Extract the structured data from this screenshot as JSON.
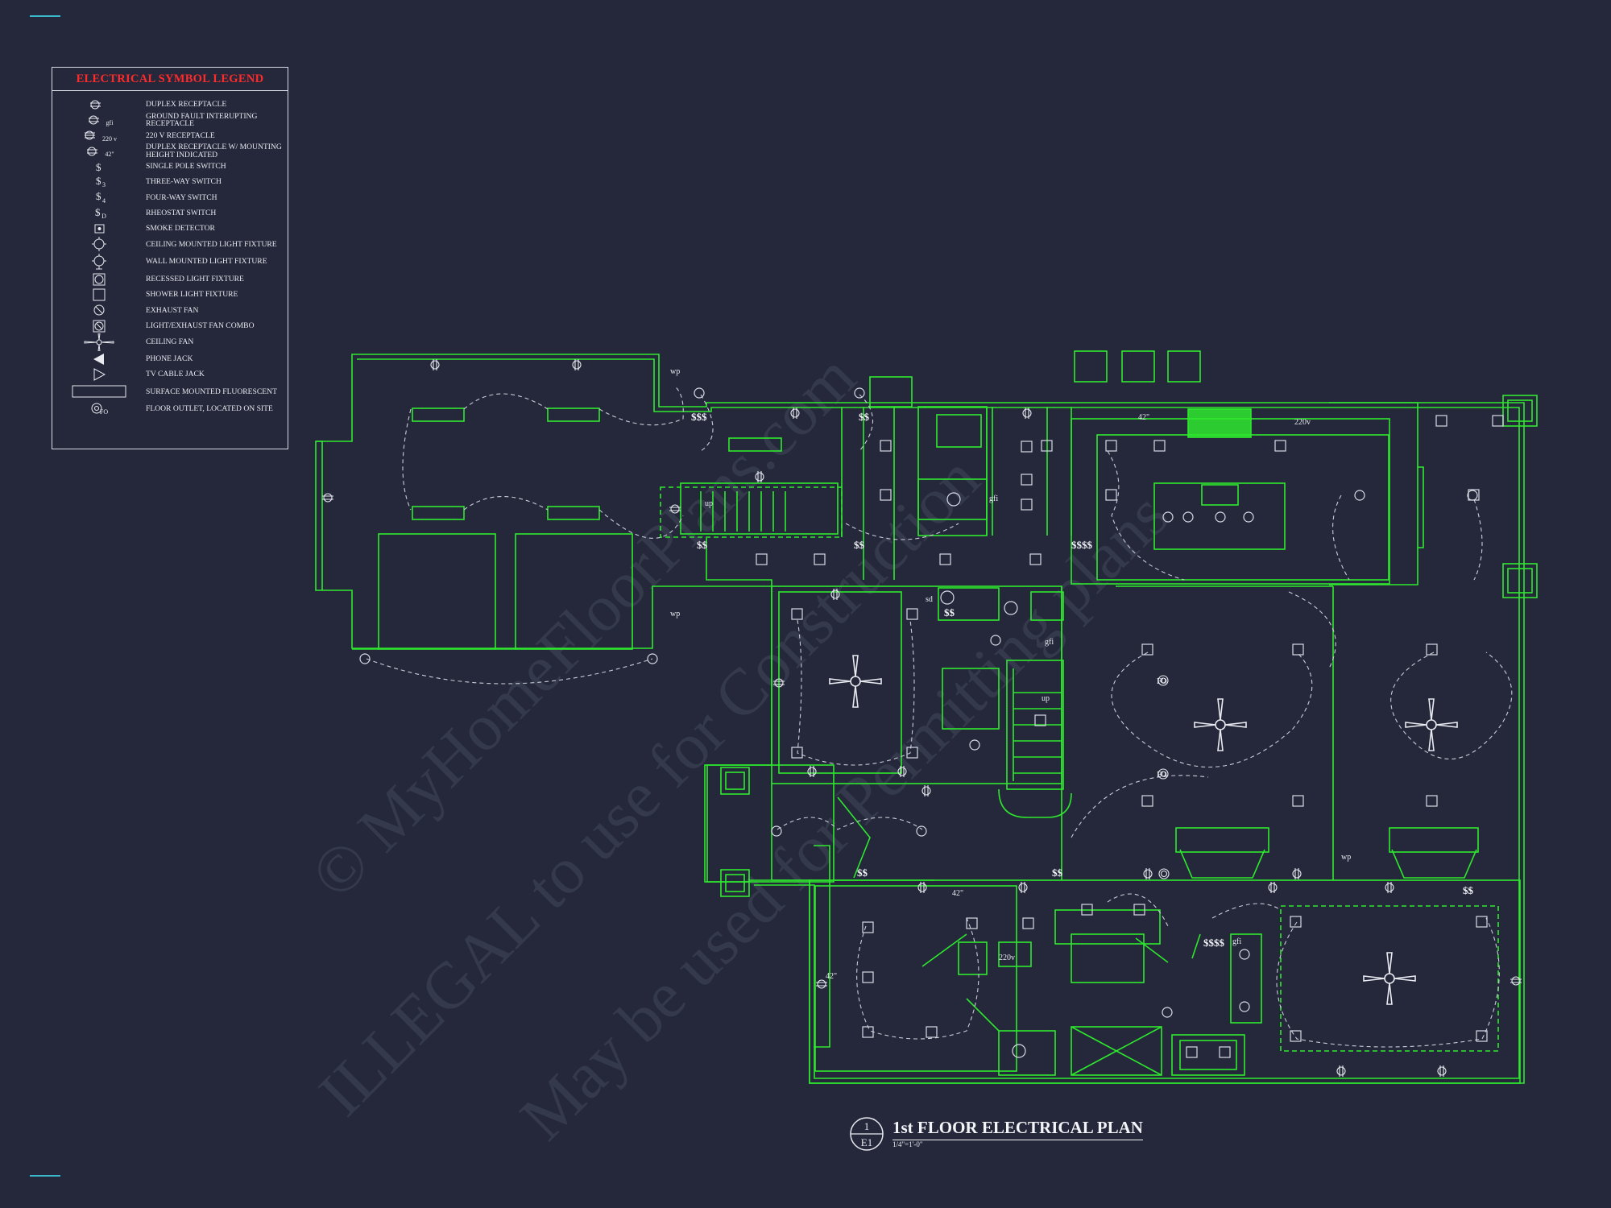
{
  "legend": {
    "title": "ELECTRICAL SYMBOL LEGEND",
    "items": [
      {
        "icon": "duplex-receptacle-icon",
        "label": "DUPLEX RECEPTACLE"
      },
      {
        "icon": "gfi-receptacle-icon",
        "label": "GROUND FAULT INTERUPTING RECEPTACLE",
        "tag": "gfi"
      },
      {
        "icon": "220v-receptacle-icon",
        "label": "220 V RECEPTACLE",
        "tag": "220 v"
      },
      {
        "icon": "duplex-receptacle-height-icon",
        "label": "DUPLEX RECEPTACLE W/ MOUNTING HEIGHT INDICATED",
        "tag": "42\""
      },
      {
        "icon": "single-pole-switch-icon",
        "label": "SINGLE POLE SWITCH"
      },
      {
        "icon": "three-way-switch-icon",
        "label": "THREE-WAY SWITCH",
        "tag": "3"
      },
      {
        "icon": "four-way-switch-icon",
        "label": "FOUR-WAY SWITCH",
        "tag": "4"
      },
      {
        "icon": "rheostat-switch-icon",
        "label": "RHEOSTAT SWITCH",
        "tag": "D"
      },
      {
        "icon": "smoke-detector-icon",
        "label": "SMOKE DETECTOR"
      },
      {
        "icon": "ceiling-light-icon",
        "label": "CEILING MOUNTED LIGHT FIXTURE"
      },
      {
        "icon": "wall-light-icon",
        "label": "WALL MOUNTED LIGHT FIXTURE"
      },
      {
        "icon": "recessed-light-icon",
        "label": "RECESSED LIGHT FIXTURE"
      },
      {
        "icon": "shower-light-icon",
        "label": "SHOWER LIGHT FIXTURE"
      },
      {
        "icon": "exhaust-fan-icon",
        "label": "EXHAUST FAN"
      },
      {
        "icon": "light-exhaust-fan-icon",
        "label": "LIGHT/EXHAUST FAN COMBO"
      },
      {
        "icon": "ceiling-fan-icon",
        "label": "CEILING FAN"
      },
      {
        "icon": "phone-jack-icon",
        "label": "PHONE JACK"
      },
      {
        "icon": "tv-cable-jack-icon",
        "label": "TV CABLE JACK"
      },
      {
        "icon": "fluorescent-light-icon",
        "label": "SURFACE MOUNTED FLUORESCENT"
      },
      {
        "icon": "floor-outlet-icon",
        "label": "FLOOR OUTLET, LOCATED ON SITE",
        "tag": "FO"
      }
    ]
  },
  "drawing": {
    "number": "1",
    "sheet": "E1",
    "title": "1st FLOOR ELECTRICAL PLAN",
    "scale": "1/4\"=1'-0\""
  },
  "watermarks": [
    "© MyHomeFloorPlans.com",
    "ILLEGAL to use for Construction",
    "May be used for Permitting plans"
  ],
  "plan_labels": {
    "wp": "wp",
    "gfi": "gfi",
    "fo": "FO",
    "v220": "220v",
    "h42": "42\"",
    "up": "up",
    "sd": "sd",
    "dbl_switch": "$$",
    "tri_switch": "$$$",
    "quad_switch": "$$$$"
  },
  "colors": {
    "background": "#24283a",
    "plan_lines": "#2ee82e",
    "legend_title": "#ff2a2a",
    "text": "#e8eaf0",
    "accent_tick": "#3ab7c9"
  }
}
